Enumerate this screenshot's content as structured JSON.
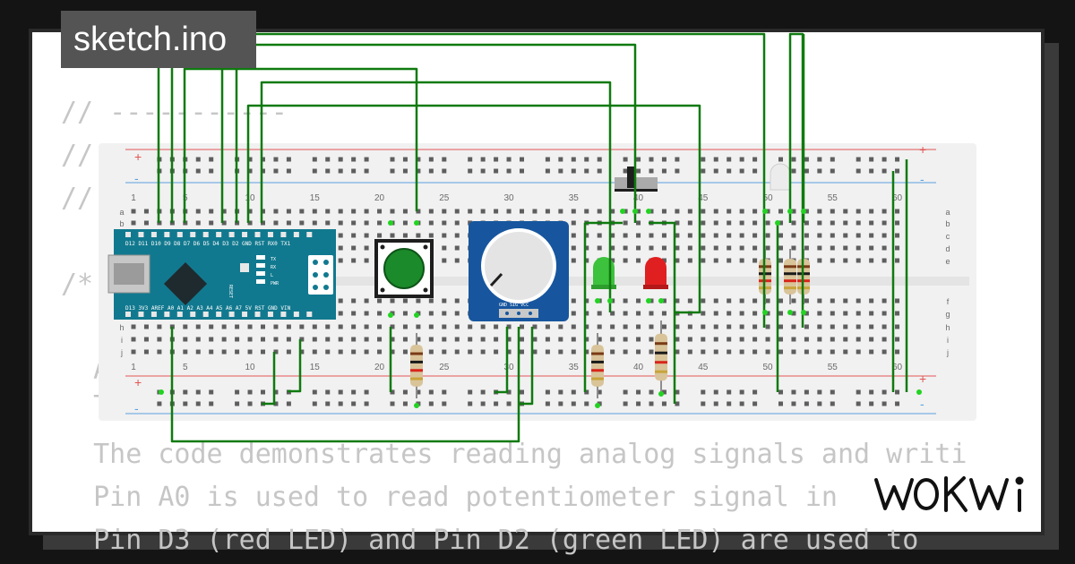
{
  "app": {
    "title": "sketch.ino",
    "brand": "WOKWI"
  },
  "code_lines": [
    "// -----------",
    "// ",
    "// ",
    "/*",
    "  A",
    "  T",
    "  The code demonstrates reading analog signals and writi",
    "  Pin A0 is used to read potentiometer signal in ",
    "  Pin D3 (red LED) and Pin D2 (green LED) are used to"
  ],
  "breadboard": {
    "column_labels": [
      "1",
      "5",
      "10",
      "15",
      "20",
      "25",
      "30",
      "35",
      "40",
      "45",
      "50",
      "55",
      "60"
    ],
    "row_labels_top": [
      "a",
      "b",
      "c",
      "d",
      "e"
    ],
    "row_labels_bottom": [
      "f",
      "g",
      "h",
      "i",
      "j"
    ],
    "rail_plus": "+",
    "rail_minus": "-"
  },
  "arduino": {
    "reset_label": "RESET",
    "top_pin_labels": "D12 D11 D10 D9 D8 D7 D6 D5 D4 D3 D2 GND RST RX0 TX1",
    "bottom_pin_labels": "D13 3V3 AREF A0 A1 A2 A3 A4 A5 A6 A7 5V RST GND VIN",
    "led_labels": [
      "TX",
      "RX",
      "L",
      "PWR"
    ]
  },
  "potentiometer": {
    "pin_labels": "GND SIG VCC"
  },
  "colors": {
    "wire": "#0f7a0f",
    "board_pcb": "#11798f",
    "breadboard": "#f1f1f1",
    "rail_red": "#e25555",
    "rail_blue": "#5aa0e0",
    "button_cap": "#1b8a2a",
    "pot_pcb": "#17569e",
    "led_green": "#3cc23c",
    "led_red": "#e02020"
  }
}
